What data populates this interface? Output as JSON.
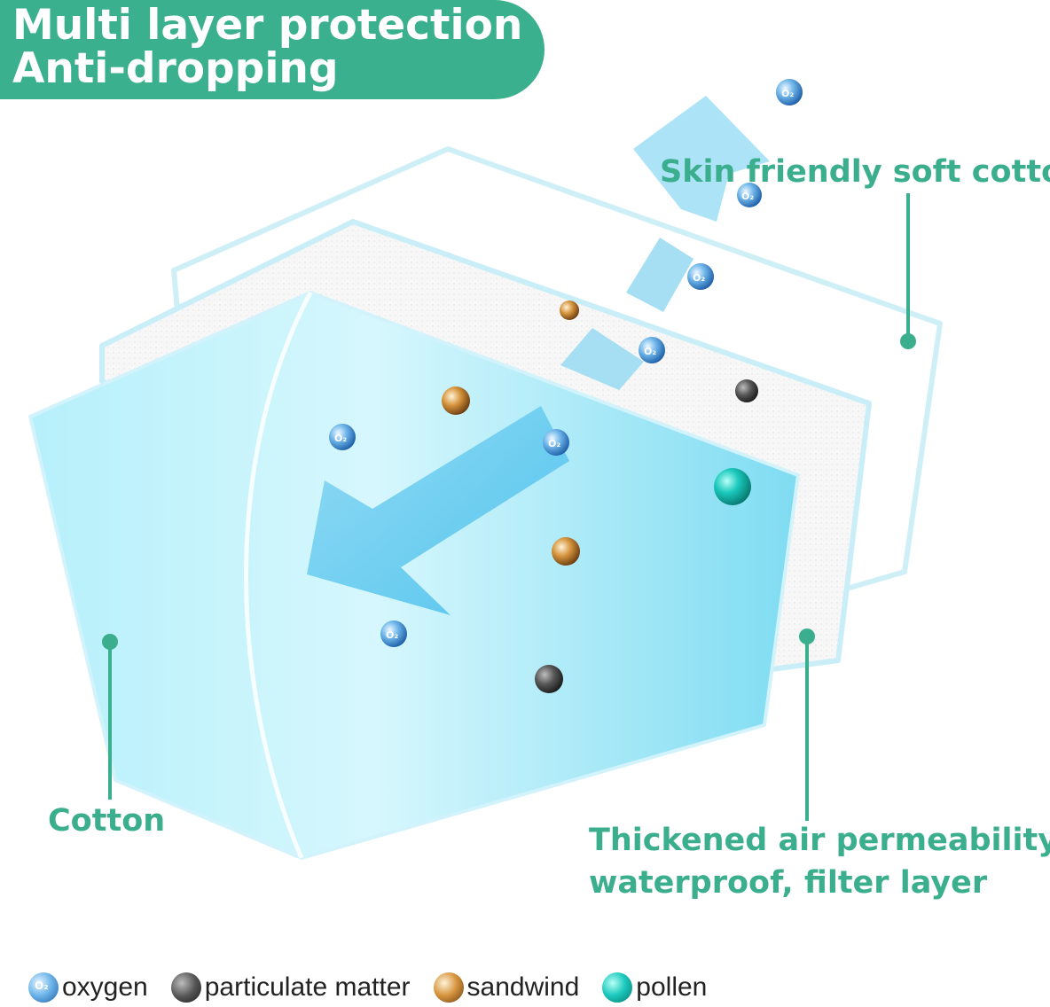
{
  "header": {
    "title_line1": "Multi layer protection",
    "title_line2": "Anti-dropping"
  },
  "labels": {
    "skin": "Skin friendly soft cotton",
    "cotton": "Cotton",
    "thickened_line1": "Thickened air permeability,",
    "thickened_line2": "waterproof, filter layer"
  },
  "legend": [
    {
      "name": "oxygen",
      "icon": "oxygen-ball"
    },
    {
      "name": "particulate matter",
      "icon": "particulate-ball"
    },
    {
      "name": "sandwind",
      "icon": "sandwind-ball"
    },
    {
      "name": "pollen",
      "icon": "pollen-ball"
    }
  ],
  "colors": {
    "accent": "#3bb08f",
    "label_green": "#3bae8d",
    "mask_blue": "#a8e8f6",
    "arrow_blue": "#55c9ee"
  }
}
